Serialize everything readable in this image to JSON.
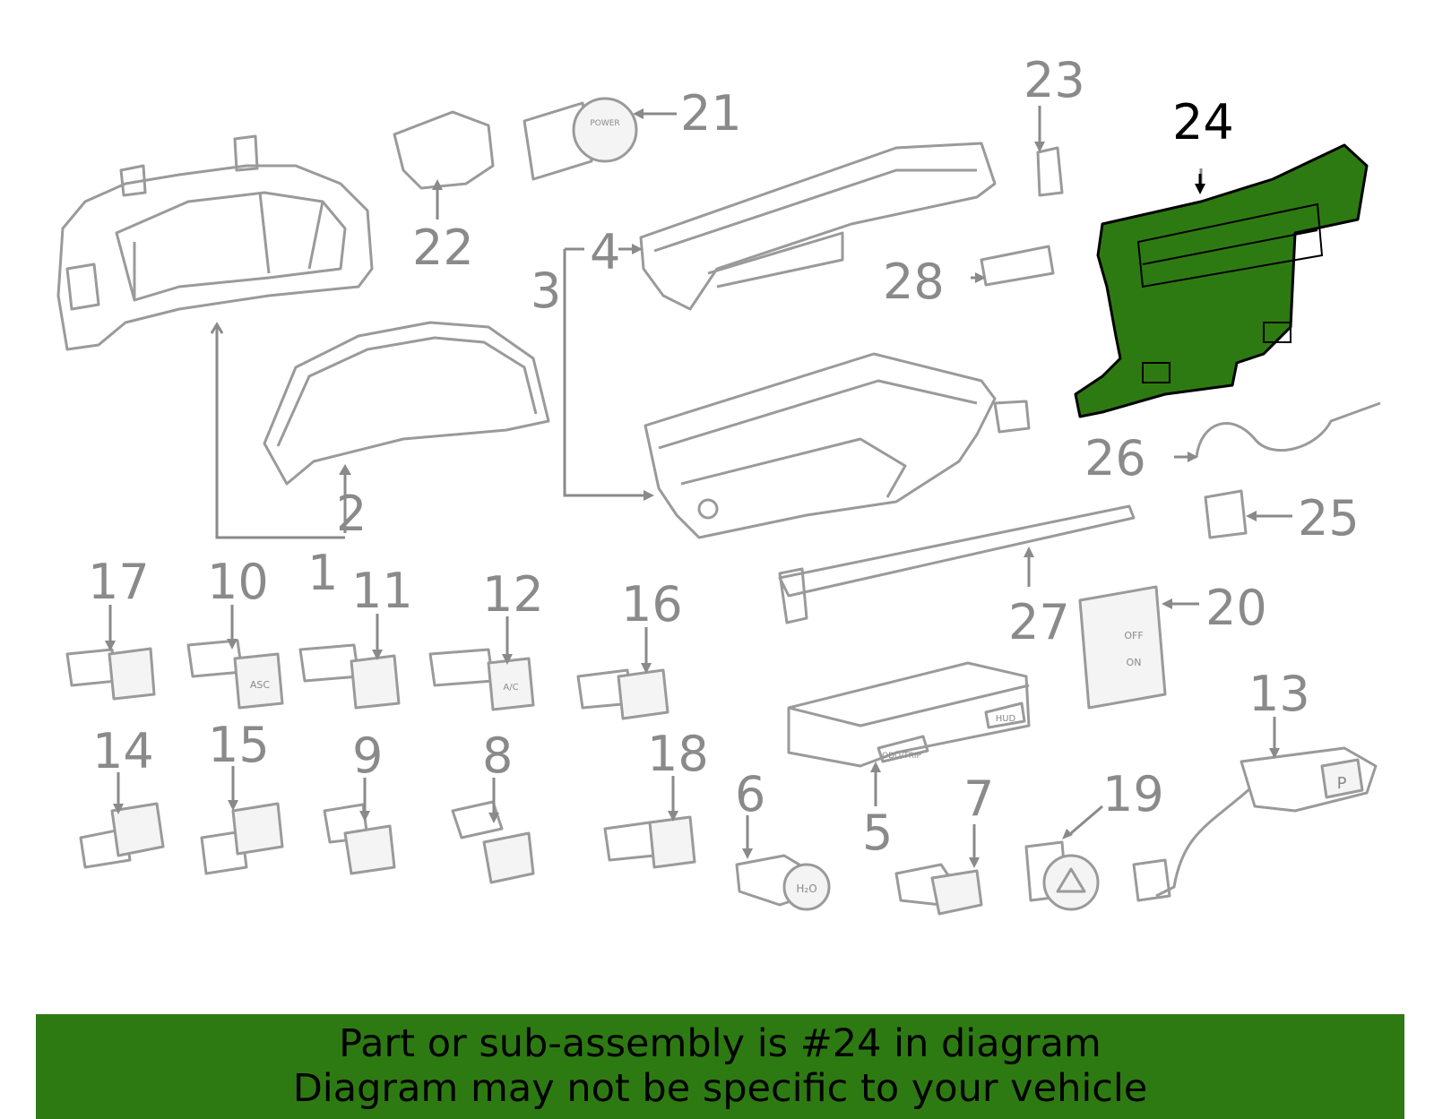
{
  "callouts": [
    {
      "id": "1",
      "label": "1"
    },
    {
      "id": "2",
      "label": "2"
    },
    {
      "id": "3",
      "label": "3"
    },
    {
      "id": "4",
      "label": "4"
    },
    {
      "id": "5",
      "label": "5"
    },
    {
      "id": "6",
      "label": "6"
    },
    {
      "id": "7",
      "label": "7"
    },
    {
      "id": "8",
      "label": "8"
    },
    {
      "id": "9",
      "label": "9"
    },
    {
      "id": "10",
      "label": "10"
    },
    {
      "id": "11",
      "label": "11"
    },
    {
      "id": "12",
      "label": "12"
    },
    {
      "id": "13",
      "label": "13"
    },
    {
      "id": "14",
      "label": "14"
    },
    {
      "id": "15",
      "label": "15"
    },
    {
      "id": "16",
      "label": "16"
    },
    {
      "id": "17",
      "label": "17"
    },
    {
      "id": "18",
      "label": "18"
    },
    {
      "id": "19",
      "label": "19"
    },
    {
      "id": "20",
      "label": "20"
    },
    {
      "id": "21",
      "label": "21"
    },
    {
      "id": "22",
      "label": "22"
    },
    {
      "id": "23",
      "label": "23"
    },
    {
      "id": "24",
      "label": "24"
    },
    {
      "id": "25",
      "label": "25"
    },
    {
      "id": "26",
      "label": "26"
    },
    {
      "id": "27",
      "label": "27"
    },
    {
      "id": "28",
      "label": "28"
    }
  ],
  "highlight": {
    "part": "24",
    "color": "#2e7a12"
  },
  "part_labels": {
    "power": "POWER",
    "asc": "ASC",
    "ac": "A/C",
    "h2o": "H₂O",
    "odo_trip": "ODO/TRIP",
    "hud": "HUD",
    "off": "OFF",
    "on": "ON",
    "p": "P"
  },
  "banner": {
    "line1": "Part or sub-assembly is #24 in diagram",
    "line2": "Diagram may not be specific to your vehicle",
    "color": "#2e7a12"
  }
}
